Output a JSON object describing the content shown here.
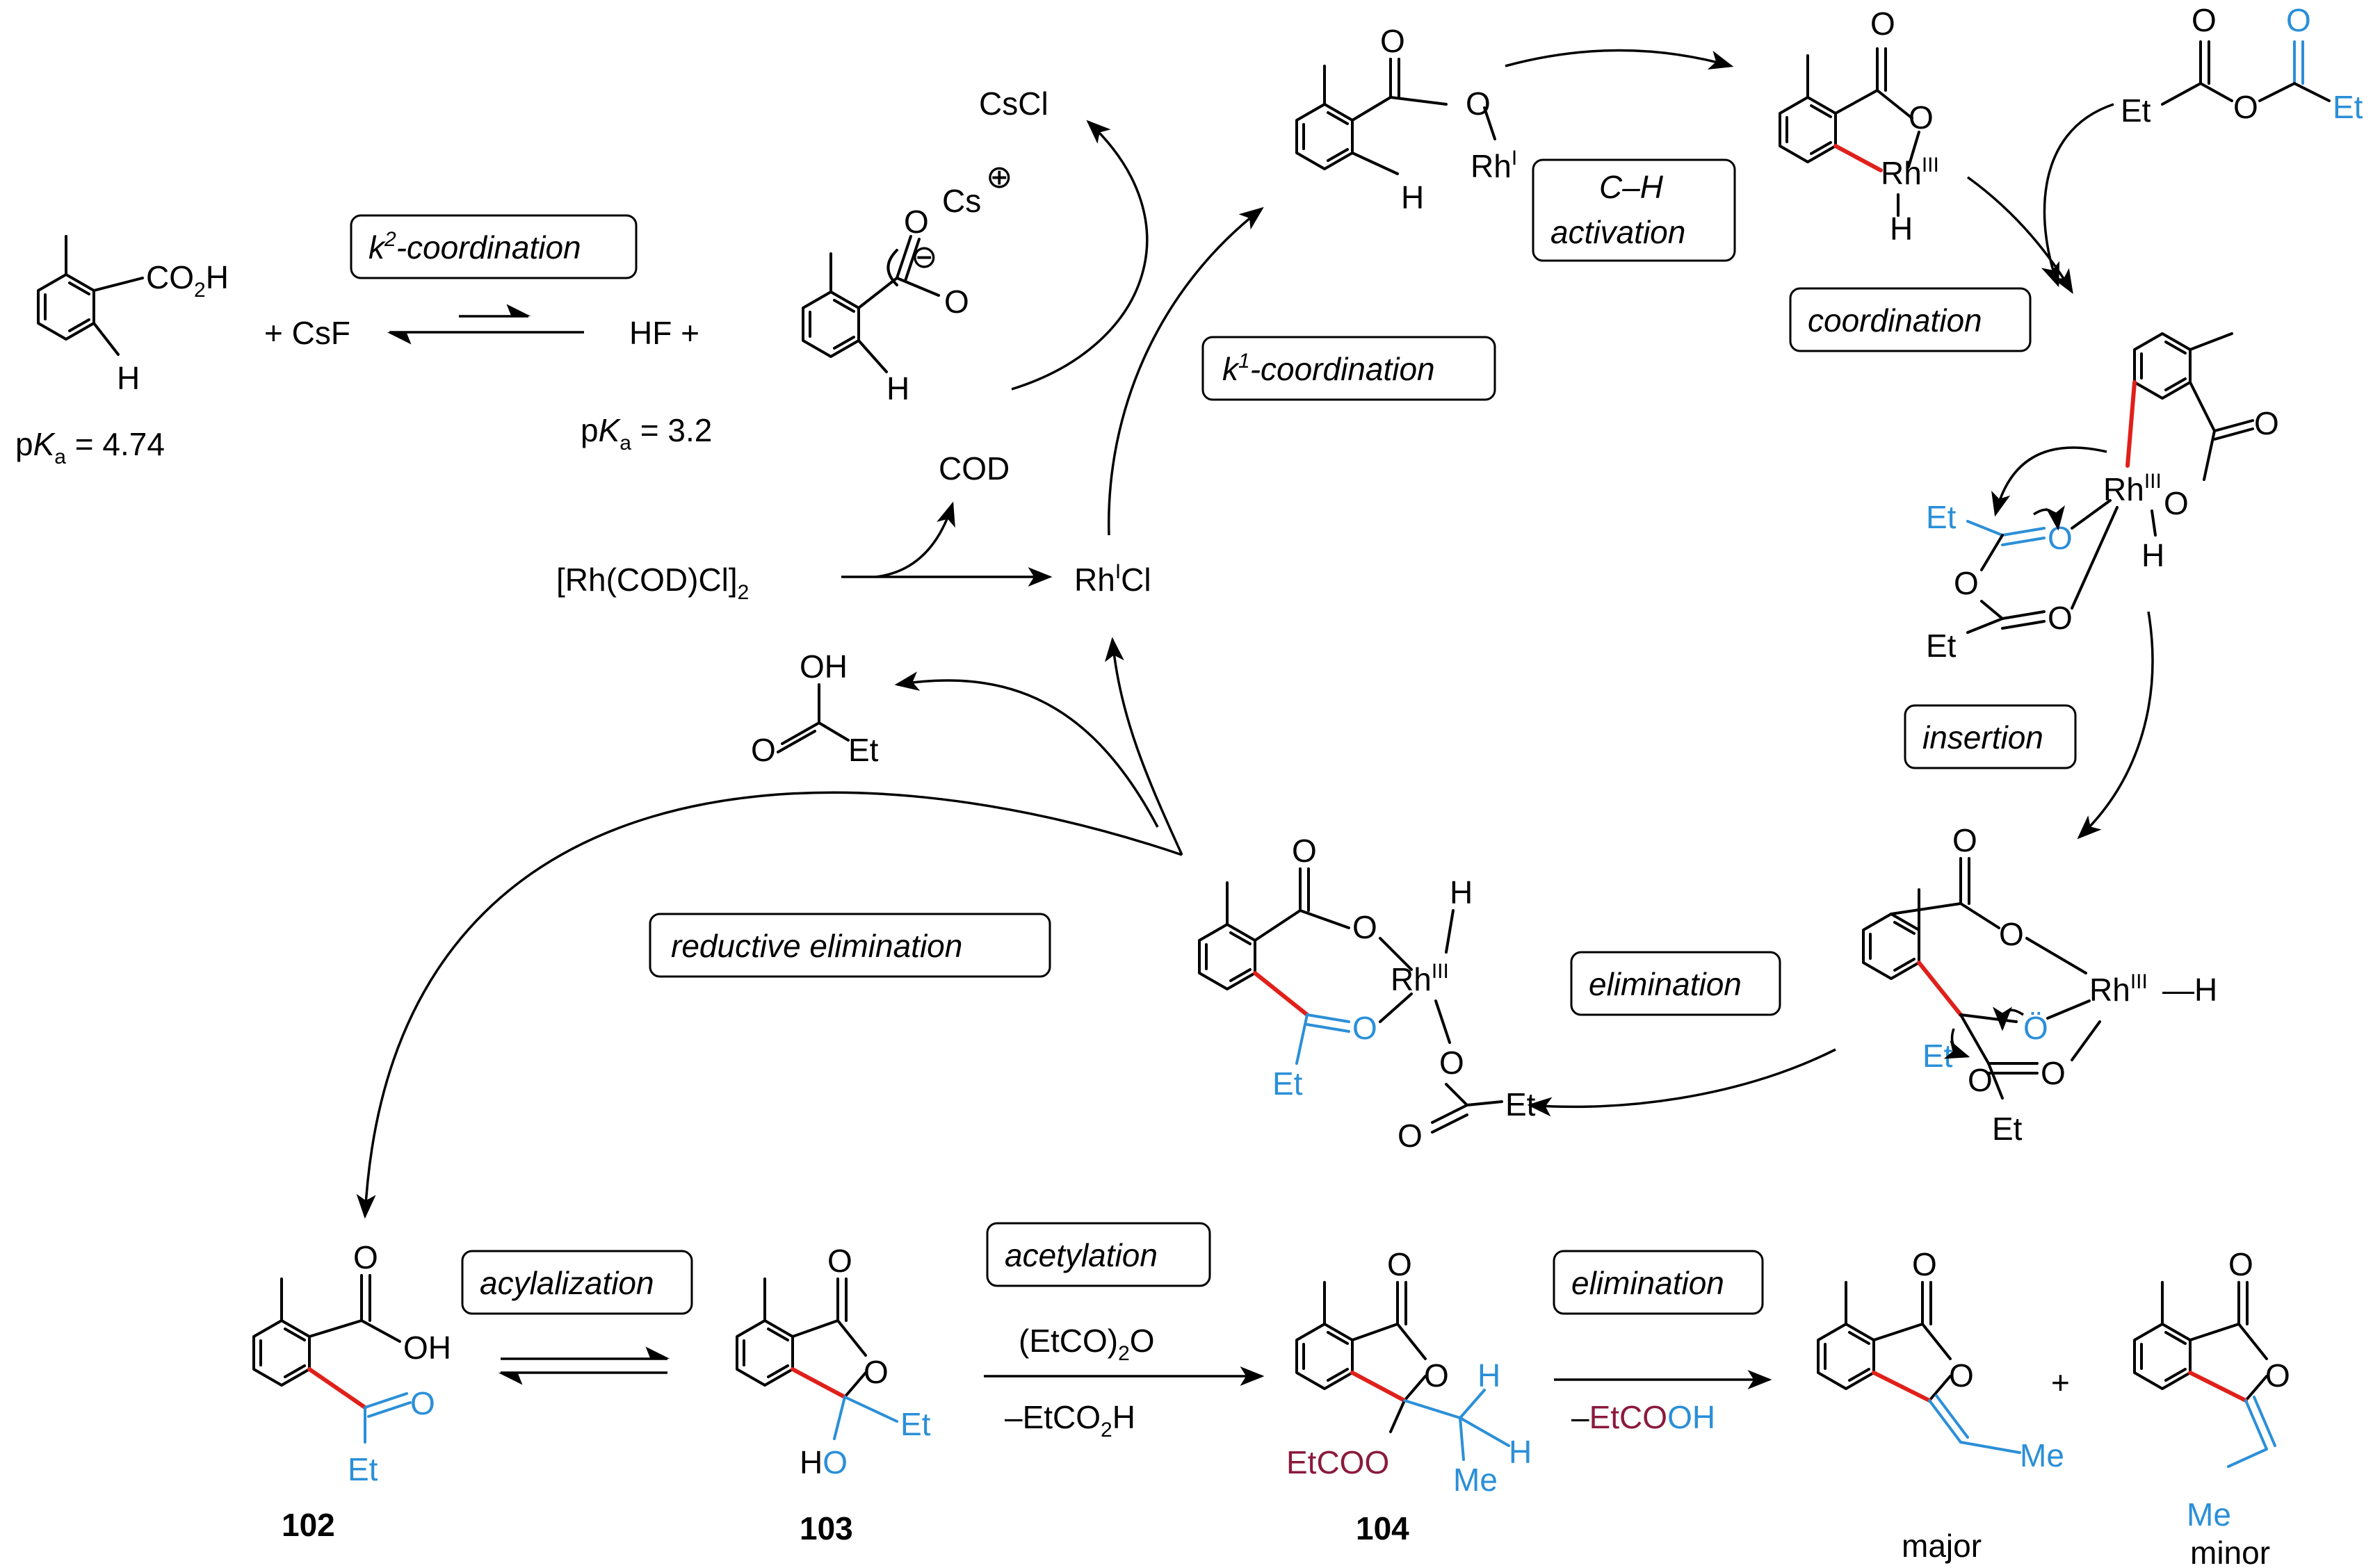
{
  "labels": {
    "k2_prefix": "k",
    "k2_sup": "2",
    "k2_suffix": "-coordination",
    "k1_prefix": "k",
    "k1_sup": "1",
    "k1_suffix": "-coordination",
    "ch_line1": "C–H",
    "ch_line2": "activation",
    "coordination": "coordination",
    "insertion": "insertion",
    "elimination_1": "elimination",
    "reductive_elimination": "reductive elimination",
    "acylalization": "acylalization",
    "acetylation": "acetylation",
    "elimination_2": "elimination"
  },
  "texts": {
    "co2h": "CO",
    "co2h_sub": "2",
    "co2h_h": "H",
    "plus_csf": "+ CsF",
    "hf_plus": "HF  +",
    "pka1_p": "p",
    "pka1_K": "K",
    "pka1_a": "a",
    "pka1_val": " = 4.74",
    "pka2_p": "p",
    "pka2_K": "K",
    "pka2_a": "a",
    "pka2_val": " = 3.2",
    "cs": "Cs",
    "plus_sym": "⊕",
    "minus_sym": "⊖",
    "cscl": "CsCl",
    "cod": "COD",
    "rh_cod": "[Rh(COD)Cl]",
    "rh_cod_sub": "2",
    "rhcl_rh": "Rh",
    "rhcl_sup": "I",
    "rhcl_cl": "Cl",
    "oh": "OH",
    "o": "O",
    "et": "Et",
    "h": "H",
    "rh": "Rh",
    "rh_I": "I",
    "rh_III": "III",
    "o_dd": "Ö",
    "h_bond": "—H",
    "etco_open": "(EtCO)",
    "etco_sub": "2",
    "etco_o": "O",
    "minus_etco2h": "–EtCO",
    "minus_etco2h_sub": "2",
    "minus_etco2h_h": "H",
    "etcoo": "EtCOO",
    "minus_etcooh_dash": "–",
    "minus_etcooh_etco": "EtCO",
    "minus_etcooh_oh": "OH",
    "ho": "HO",
    "me": "Me",
    "plus": "+",
    "num_102": "102",
    "num_103": "103",
    "num_104": "104",
    "major": "major",
    "minor": "minor"
  },
  "colors": {
    "blue": "#2b8fd8",
    "red": "#e0201a",
    "maroon": "#8b1a3c"
  }
}
